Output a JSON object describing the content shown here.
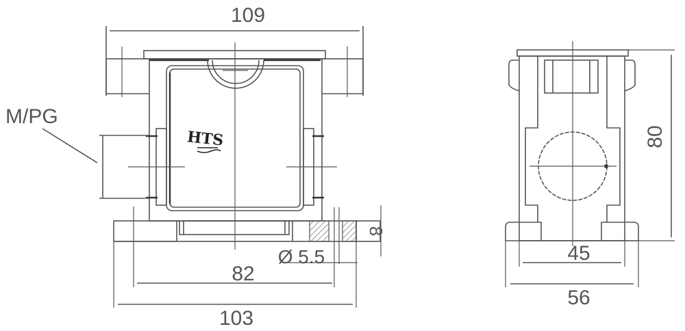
{
  "front_view": {
    "dim_top": "109",
    "dim_inner_base": "82",
    "dim_base": "103",
    "dim_hole": "Ø 5.5",
    "dim_height_foot": "8",
    "cable_entry_label": "M/PG",
    "logo": "HTS"
  },
  "side_view": {
    "dim_height": "80",
    "dim_inner_width": "45",
    "dim_width": "56"
  },
  "colors": {
    "line": "#555555",
    "background": "#ffffff"
  }
}
